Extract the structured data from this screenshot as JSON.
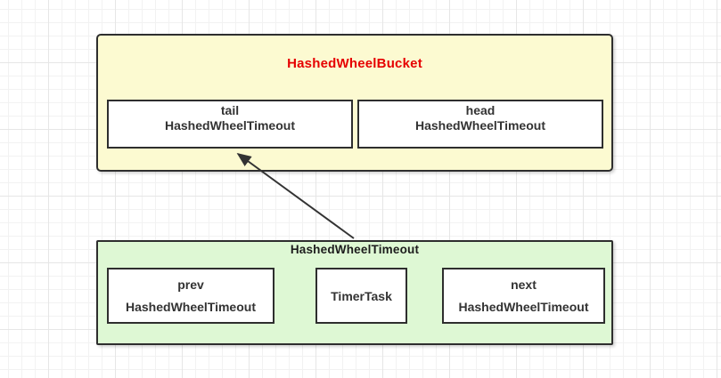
{
  "diagram": {
    "bucket": {
      "title": "HashedWheelBucket",
      "slots": [
        {
          "label": "tail",
          "type": "HashedWheelTimeout"
        },
        {
          "label": "head",
          "type": "HashedWheelTimeout"
        }
      ]
    },
    "timeout": {
      "title": "HashedWheelTimeout",
      "fields": [
        {
          "label": "prev",
          "type": "HashedWheelTimeout"
        },
        {
          "label": "TimerTask"
        },
        {
          "label": "next",
          "type": "HashedWheelTimeout"
        }
      ]
    },
    "arrow": {
      "from": "HashedWheelTimeout",
      "to": "tail slot"
    },
    "colors": {
      "bucket_fill": "#fcfad1",
      "bucket_title": "#e60000",
      "timeout_fill": "#def8d4",
      "border": "#2e2e2e",
      "text": "#333333"
    }
  }
}
